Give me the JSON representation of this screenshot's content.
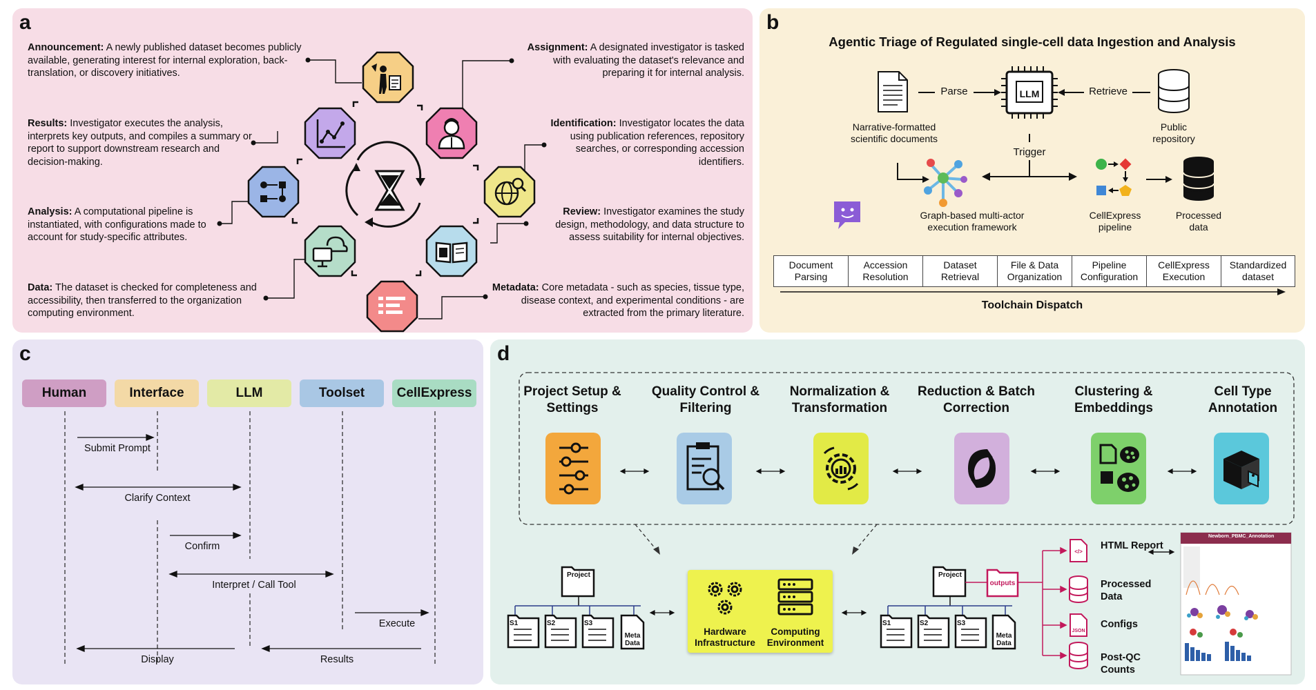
{
  "panel_a": {
    "label": "a",
    "items": [
      {
        "head": "Announcement:",
        "text": "A newly published dataset becomes publicly available, generating interest for internal exploration, back-translation, or discovery initiatives."
      },
      {
        "head": "Results:",
        "text": "Investigator executes the analysis, interprets key outputs, and compiles a summary or report to support downstream research and decision-making."
      },
      {
        "head": "Analysis:",
        "text": "A computational pipeline is instantiated, with configurations made to account for study-specific attributes."
      },
      {
        "head": "Data:",
        "text": "The dataset is checked for completeness and accessibility, then transferred to the organization computing environment."
      },
      {
        "head": "Assignment:",
        "text": "A designated investigator is tasked with evaluating the dataset's relevance and preparing it for internal analysis."
      },
      {
        "head": "Identification:",
        "text": "Investigator locates the data using publication references, repository searches, or corresponding accession identifiers."
      },
      {
        "head": "Review:",
        "text": "Investigator examines the study design, methodology, and data structure to assess suitability for internal objectives."
      },
      {
        "head": "Metadata:",
        "text": "Core metadata - such as species, tissue type, disease context, and experimental conditions - are extracted from the primary literature."
      }
    ],
    "colors": {
      "announcement": "#f6cf86",
      "assignment": "#ef7fb1",
      "identification": "#efe68a",
      "review": "#b7dcec",
      "metadata": "#f38a8a",
      "data": "#b5ddc9",
      "analysis": "#9bb5e6",
      "results": "#c3a8ea"
    }
  },
  "panel_b": {
    "label": "b",
    "title": "Agentic Triage of Regulated single-cell data Ingestion and Analysis",
    "parse": "Parse",
    "retrieve": "Retrieve",
    "llm": "LLM",
    "trigger": "Trigger",
    "doc_caption": "Narrative-formatted scientific documents",
    "repo_caption": "Public repository",
    "graph_caption": "Graph-based multi-actor execution framework",
    "pipeline_caption": "CellExpress pipeline",
    "processed_caption": "Processed data",
    "toolchain": [
      "Document Parsing",
      "Accession Resolution",
      "Dataset Retrieval",
      "File & Data Organization",
      "Pipeline Configuration",
      "CellExpress Execution",
      "Standardized dataset"
    ],
    "toolchain_label": "Toolchain Dispatch"
  },
  "panel_c": {
    "label": "c",
    "actors": [
      {
        "name": "Human",
        "color": "#cf9ec4"
      },
      {
        "name": "Interface",
        "color": "#f3d9a6"
      },
      {
        "name": "LLM",
        "color": "#e3eaa6"
      },
      {
        "name": "Toolset",
        "color": "#a9c7e4"
      },
      {
        "name": "CellExpress",
        "color": "#a9dcc3"
      }
    ],
    "messages": [
      "Submit Prompt",
      "Clarify Context",
      "Confirm",
      "Interpret / Call Tool",
      "Execute",
      "Display",
      "Results"
    ]
  },
  "panel_d": {
    "label": "d",
    "steps": [
      "Project Setup & Settings",
      "Quality Control & Filtering",
      "Normalization & Transformation",
      "Reduction & Batch Correction",
      "Clustering & Embeddings",
      "Cell Type Annotation"
    ],
    "step_colors": [
      "#f3a73c",
      "#a9cbe6",
      "#e2ea46",
      "#d2b0dc",
      "#7ed06b",
      "#5bc8db"
    ],
    "project": "Project",
    "outputs": "outputs",
    "samples": [
      "S1",
      "S2",
      "S3"
    ],
    "meta": "Meta Data",
    "hardware": "Hardware Infrastructure",
    "computing": "Computing Environment",
    "output_items": [
      "HTML Report",
      "Processed Data",
      "Configs",
      "Post-QC Counts"
    ],
    "json": "JSON",
    "report_title": "Newborn_PBMC_Annotation"
  }
}
